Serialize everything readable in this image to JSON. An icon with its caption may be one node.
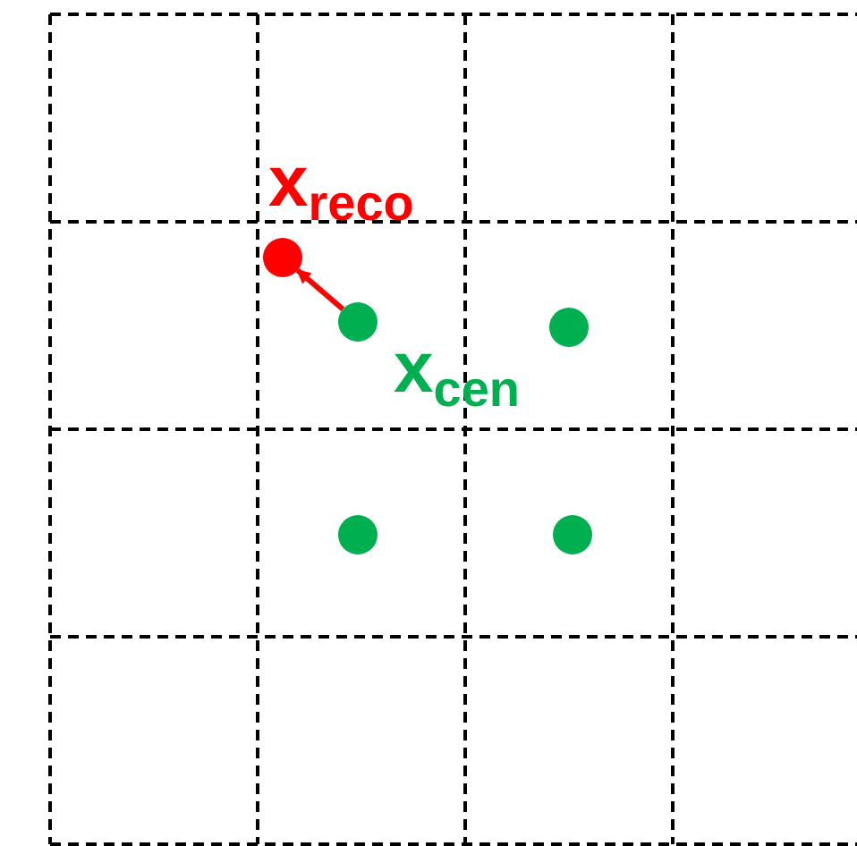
{
  "diagram": {
    "nodes": [
      {
        "text": [],
        "shape": "circle",
        "beside": [
          "x$_{reco}$"
        ]
      },
      {
        "text": [],
        "shape": "circle",
        "beside": [
          "x$_{cen}$"
        ]
      },
      {
        "text": [],
        "shape": "circle"
      },
      {
        "text": [],
        "shape": "circle"
      },
      {
        "text": [],
        "shape": "circle"
      }
    ],
    "edges": [
      {
        "from": 1,
        "to": 0,
        "arrow": "to"
      }
    ]
  }
}
